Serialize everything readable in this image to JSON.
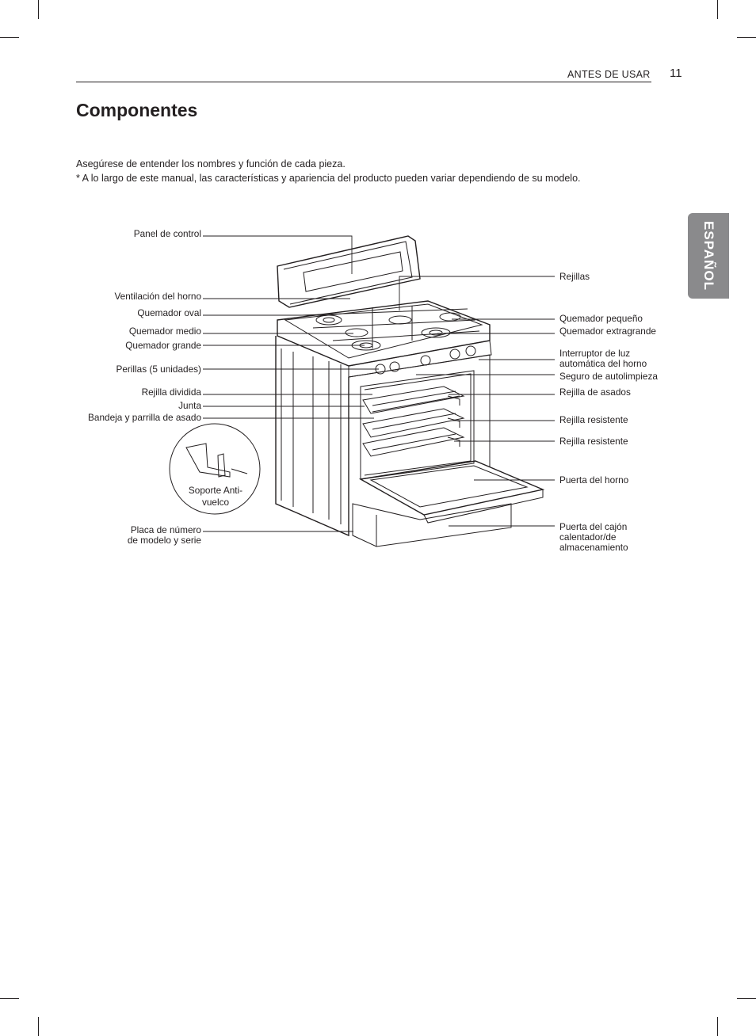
{
  "header": {
    "section": "ANTES DE USAR",
    "page_number": "11"
  },
  "language_tab": "ESPAÑOL",
  "title": "Componentes",
  "intro": [
    "Asegúrese de entender los nombres y función de cada pieza.",
    "* A lo largo de este manual, las características y apariencia del producto pueden variar dependiendo de su modelo."
  ],
  "labels_left": {
    "panel_control": "Panel de control",
    "ventilacion": "Ventilación del horno",
    "quemador_oval": "Quemador oval",
    "quemador_medio": "Quemador medio",
    "quemador_grande": "Quemador grande",
    "perillas": "Perillas (5 unidades)",
    "rejilla_dividida": "Rejilla dividida",
    "junta": "Junta",
    "bandeja": "Bandeja y parrilla de asado",
    "placa_1": "Placa de número",
    "placa_2": "de modelo y serie"
  },
  "labels_right": {
    "rejillas": "Rejillas",
    "quemador_pequeno": "Quemador pequeño",
    "quemador_extragrande": "Quemador extragrande",
    "interruptor_1": "Interruptor de luz",
    "interruptor_2": "automática del horno",
    "seguro": "Seguro de autolimpieza",
    "rejilla_asados": "Rejilla de asados",
    "rejilla_resistente_1": "Rejilla resistente",
    "rejilla_resistente_2": "Rejilla resistente",
    "puerta_horno": "Puerta del horno",
    "cajon_1": "Puerta del cajón",
    "cajon_2": "calentador/de",
    "cajon_3": "almacenamiento"
  },
  "inset": {
    "label_1": "Soporte Anti-",
    "label_2": "vuelco"
  }
}
